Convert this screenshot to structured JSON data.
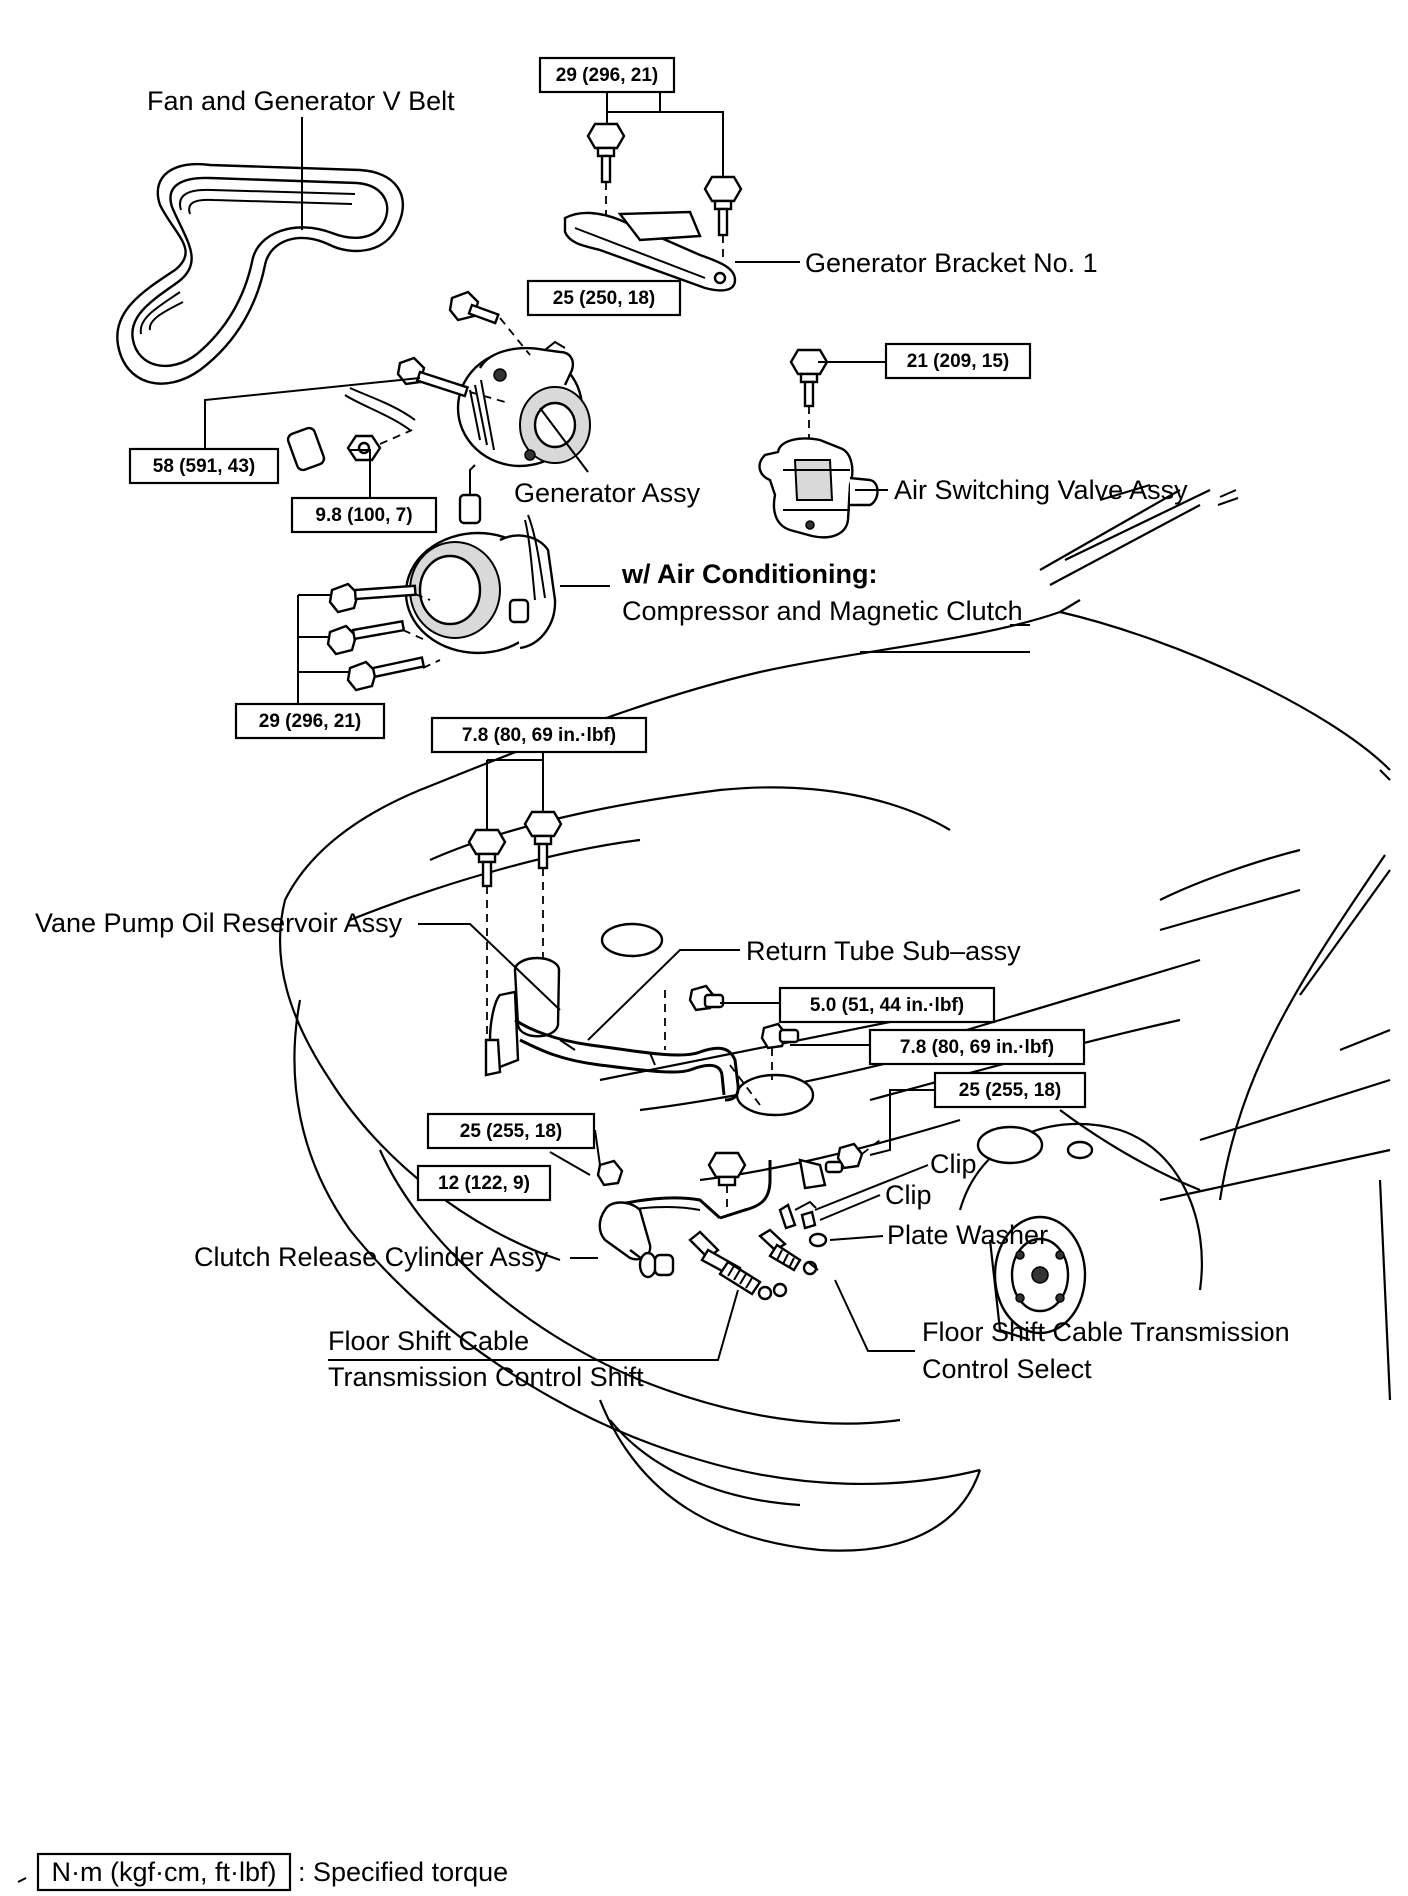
{
  "parts": {
    "fan_belt": "Fan and Generator V Belt",
    "gen_bracket": "Generator Bracket No. 1",
    "gen_assy": "Generator Assy",
    "air_switch": "Air Switching Valve Assy",
    "ac_title": "w/ Air Conditioning:",
    "ac_sub": "Compressor and Magnetic Clutch",
    "vane_pump": "Vane Pump Oil Reservoir Assy",
    "return_tube": "Return Tube Sub–assy",
    "clip1": "Clip",
    "clip2": "Clip",
    "plate_washer": "Plate Washer",
    "clutch_cyl": "Clutch Release Cylinder Assy",
    "shift_line1": "Floor Shift Cable",
    "shift_line2": "Transmission Control Shift",
    "select_line1": "Floor Shift Cable Transmission",
    "select_line2": "Control Select"
  },
  "torques": {
    "t1": "29 (296, 21)",
    "t2": "25 (250, 18)",
    "t3": "21 (209, 15)",
    "t4": "58 (591, 43)",
    "t5": "9.8 (100, 7)",
    "t6": "29 (296, 21)",
    "t7": "7.8 (80, 69 in.·lbf)",
    "t8": "5.0 (51, 44 in.·lbf)",
    "t9": "7.8 (80, 69 in.·lbf)",
    "t10": "25 (255, 18)",
    "t11": "25 (255, 18)",
    "t12": "12 (122, 9)"
  },
  "legend": {
    "unit": "N·m (kgf·cm, ft·lbf)",
    "text": ": Specified torque"
  }
}
